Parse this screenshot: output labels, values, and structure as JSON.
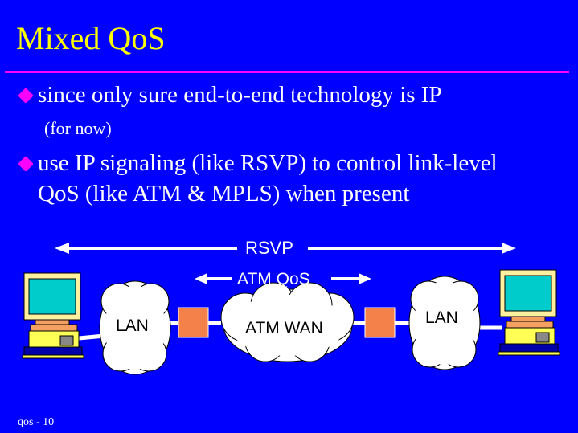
{
  "slide": {
    "title": "Mixed QoS",
    "bullets": [
      {
        "text": "since only sure end-to-end technology is IP",
        "sub": "(for now)"
      },
      {
        "text": "use IP signaling (like RSVP) to control link-level",
        "text2": "QoS (like ATM & MPLS) when present"
      }
    ],
    "footer": "qos - 10"
  },
  "diagram": {
    "rsvp_label": "RSVP",
    "atm_qos_label": "ATM QoS",
    "left_lan": "LAN",
    "wan": "ATM WAN",
    "right_lan": "LAN"
  },
  "colors": {
    "background": "#0000ff",
    "title": "#ffff00",
    "accent": "#ff00ff",
    "switch": "#f4804a",
    "screen": "#00cccc"
  }
}
